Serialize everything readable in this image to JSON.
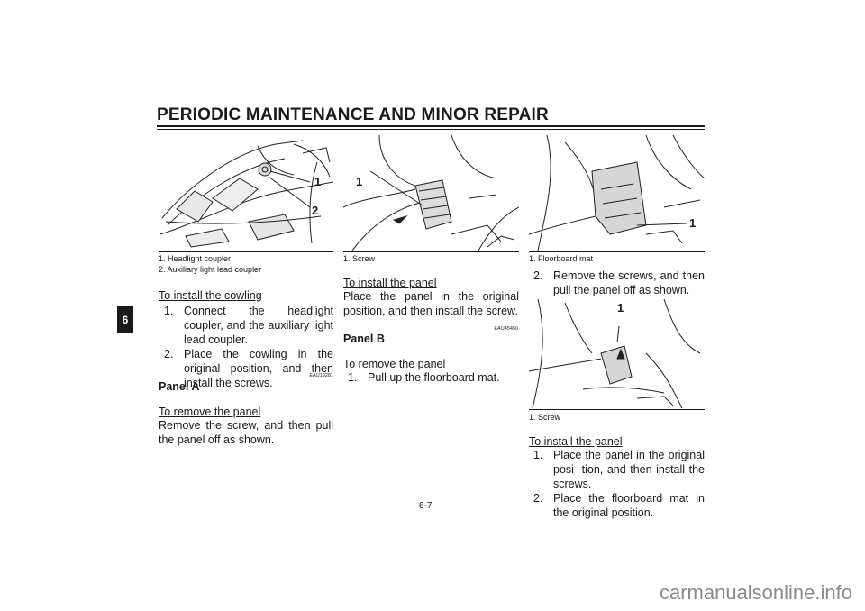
{
  "header": {
    "title": "PERIODIC MAINTENANCE AND MINOR REPAIR"
  },
  "chapter_tab": "6",
  "col1": {
    "figure": {
      "callouts": [
        "1",
        "2"
      ],
      "captions": [
        "1.  Headlight coupler",
        "2.  Auxiliary light lead coupler"
      ]
    },
    "install_cowling_heading": "To install the cowling",
    "install_cowling_steps": [
      {
        "num": "1.",
        "text": "Connect the headlight coupler, and the auxiliary light lead coupler."
      },
      {
        "num": "2.",
        "text": "Place the cowling in the original position, and then install the screws."
      }
    ],
    "panel_a_code": "EAU19281",
    "panel_a_heading": "Panel A",
    "remove_panel_heading": "To remove the panel",
    "remove_panel_text": "Remove the screw, and then pull the panel off as shown."
  },
  "col2": {
    "figure": {
      "callouts": [
        "1"
      ],
      "captions": [
        "1.  Screw"
      ]
    },
    "install_panel_heading": "To install the panel",
    "install_panel_text": "Place the panel in the original position, and then install the screw.",
    "panel_b_code": "EAU45450",
    "panel_b_heading": "Panel B",
    "remove_panel_heading": "To remove the panel",
    "remove_steps": [
      {
        "num": "1.",
        "text": "Pull up the floorboard mat."
      }
    ]
  },
  "col3": {
    "figure1": {
      "callouts": [
        "1"
      ],
      "captions": [
        "1.  Floorboard mat"
      ]
    },
    "step2": {
      "num": "2.",
      "text": "Remove the screws, and then pull the panel off as shown."
    },
    "figure2": {
      "callouts": [
        "1"
      ],
      "captions": [
        "1.  Screw"
      ]
    },
    "install_panel_heading": "To install the panel",
    "install_steps": [
      {
        "num": "1.",
        "text": "Place the panel in the original posi- tion, and then install the screws."
      },
      {
        "num": "2.",
        "text": "Place the floorboard mat in the original position."
      }
    ]
  },
  "footer": {
    "page_number": "6-7",
    "watermark": "carmanualsonline.info"
  }
}
